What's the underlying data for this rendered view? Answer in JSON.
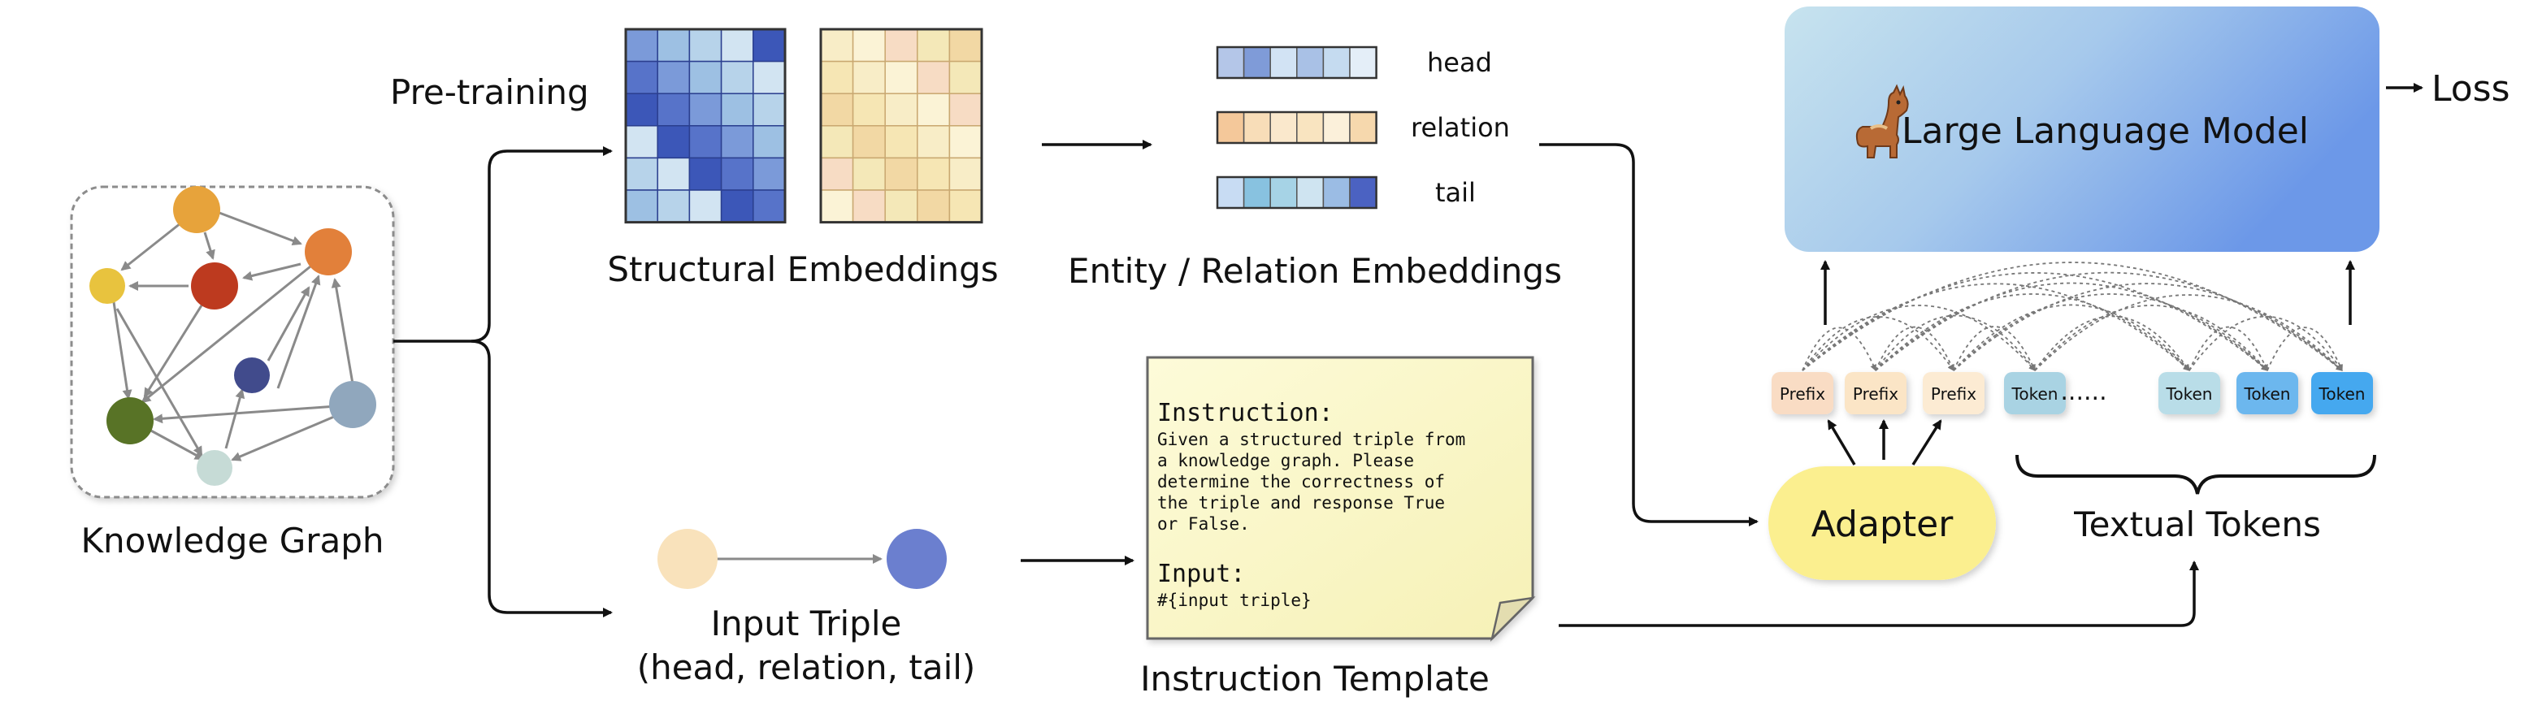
{
  "labels": {
    "pretraining": "Pre-training",
    "structural_embeddings": "Structural Embeddings",
    "entity_relation_embeddings": "Entity / Relation Embeddings",
    "head": "head",
    "relation": "relation",
    "tail": "tail",
    "knowledge_graph": "Knowledge Graph",
    "input_triple": "Input Triple",
    "input_triple_sub": "(head, relation, tail)",
    "instruction_template": "Instruction Template",
    "llm": "Large Language Model",
    "loss": "Loss",
    "adapter": "Adapter",
    "textual_tokens": "Textual Tokens",
    "ellipsis": "......"
  },
  "instruction_card": {
    "title": "Instruction:",
    "lines": [
      "Given a structured triple from",
      "a knowledge graph. Please",
      "determine the correctness of",
      "the triple and response True",
      "or False."
    ],
    "input_title": "Input:",
    "input_value": "#{input triple}"
  },
  "tokens": [
    {
      "label": "Prefix",
      "kind": "prefix",
      "fill": "#f9dcc4"
    },
    {
      "label": "Prefix",
      "kind": "prefix",
      "fill": "#fbe5c6"
    },
    {
      "label": "Prefix",
      "kind": "prefix",
      "fill": "#fcebd3"
    },
    {
      "label": "Token",
      "kind": "text",
      "fill": "#a9d3e3"
    },
    {
      "label": "Token",
      "kind": "text",
      "fill": "#b9dde8"
    },
    {
      "label": "Token",
      "kind": "text",
      "fill": "#6cb7ee"
    },
    {
      "label": "Token",
      "kind": "text",
      "fill": "#44a8ef"
    }
  ],
  "graph_nodes": [
    {
      "color": "#e7a33b"
    },
    {
      "color": "#e2803a"
    },
    {
      "color": "#e8c33e"
    },
    {
      "color": "#bd3a1f"
    },
    {
      "color": "#414b8c"
    },
    {
      "color": "#587326"
    },
    {
      "color": "#90a7bd"
    },
    {
      "color": "#c6dbd6"
    }
  ],
  "colors": {
    "blue_palette": [
      "#3c57b8",
      "#5773c9",
      "#7b9ad9",
      "#9dc0e3",
      "#b7d3ea",
      "#d2e4f2"
    ],
    "yellow_palette": [
      "#f2d8a4",
      "#f6e6b4",
      "#f8edc7",
      "#fbf3d6",
      "#f7dcc4",
      "#f4e8b8"
    ],
    "head_cells": [
      "#b4c6e8",
      "#7f9bd8",
      "#d2e3f4",
      "#a9c1e6",
      "#c5dbf0",
      "#e4eef8"
    ],
    "relation_cells": [
      "#f4c89a",
      "#f8ddb8",
      "#fae8cc",
      "#f9e4c0",
      "#fbf0da",
      "#f6d8ad"
    ],
    "tail_cells": [
      "#c8dcf3",
      "#88c2e0",
      "#a6d3e6",
      "#cfe4f1",
      "#9bbce4",
      "#4b62c2"
    ],
    "llm_gradient": [
      "#c7e3ee",
      "#a6c9ec",
      "#6c98e8"
    ],
    "adapter_fill": "#fbef8f",
    "card_fill": "#fbf8c8",
    "triple_head": "#f9e2bb",
    "triple_tail": "#6b7fcf"
  }
}
